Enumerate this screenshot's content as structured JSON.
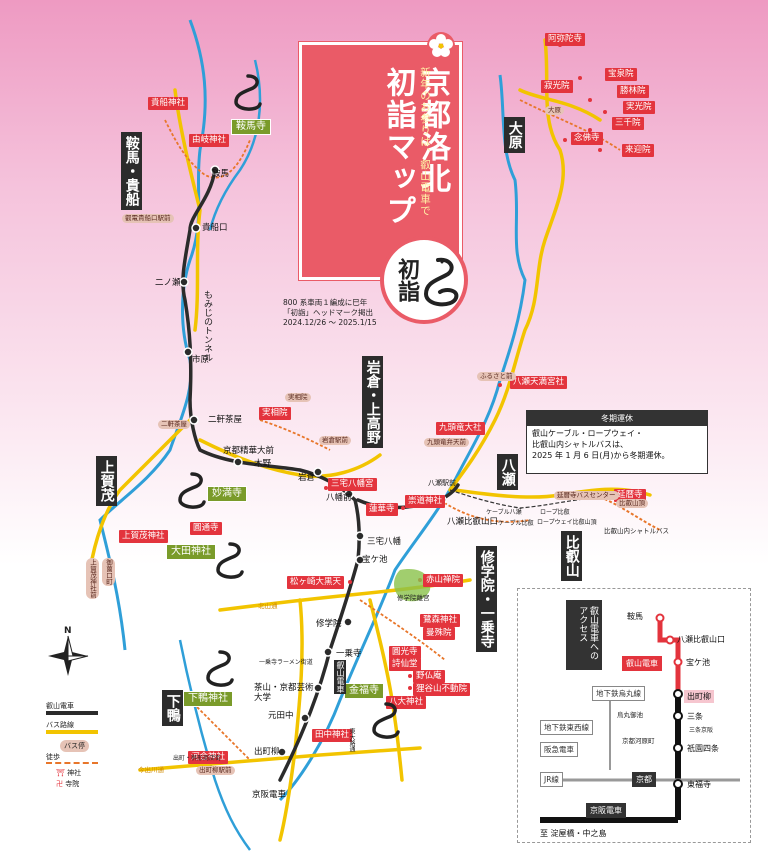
{
  "title": {
    "main_lines": [
      "京都洛北",
      "初詣マップ"
    ],
    "sub": "新年のお参りは、叡山電車で",
    "badge": "初詣"
  },
  "areas": [
    "鞍馬・貴船",
    "大原",
    "岩倉・上高野",
    "八瀬",
    "上賀茂",
    "比叡山",
    "修学院・一乗寺",
    "下鴨"
  ],
  "temples": [
    "貴船神社",
    "由岐神社",
    "阿弥陀寺",
    "寂光院",
    "宝泉院",
    "勝林院",
    "実光院",
    "三千院",
    "念佛寺",
    "来迎院",
    "八瀬天満宮社",
    "九頭竜大社",
    "実相院",
    "三宅八幡宮",
    "崇道神社",
    "蓮華寺",
    "延暦寺",
    "上賀茂神社",
    "圓通寺",
    "赤山禅院",
    "松ヶ崎大黒天",
    "鷺森神社",
    "曼殊院",
    "圓光寺",
    "詩仙堂",
    "野仏庵",
    "狸谷山不動院",
    "八大神社",
    "田中神社",
    "河合神社",
    "鞍馬寺",
    "妙満寺",
    "大田神社",
    "金福寺",
    "下鴨神社"
  ],
  "busstops": [
    "叡電貴船口駅前",
    "実相院",
    "岩倉駅前",
    "二軒茶屋",
    "九頭竜弁天前",
    "延暦寺バスセンター",
    "比叡山頂",
    "出町柳駅前",
    "上賀茂神社前",
    "御薗口町",
    "ふるさと前",
    "大原"
  ],
  "stations": [
    "鞍馬",
    "貴船口",
    "二ノ瀬",
    "市原",
    "二軒茶屋",
    "京都精華大前",
    "木野",
    "岩倉",
    "八幡前",
    "三宅八幡",
    "宝ケ池",
    "八瀬比叡山口",
    "修学院",
    "一乗寺",
    "茶山・京都芸術大学",
    "元田中",
    "出町柳",
    "京阪電車",
    "八瀬駅前"
  ],
  "small_labels": [
    "もみじのトンネル",
    "修学院離宮",
    "北山通",
    "今出川通",
    "出町・桝形商店街",
    "ケーブル八瀬",
    "ケーブル比叡",
    "ロープ比叡",
    "ロープウェイ比叡山頂",
    "比叡山内シャトルバス",
    "一乗寺ラーメン街道",
    "東大路通",
    "叡山電車"
  ],
  "headmark": {
    "lines": [
      "800 系車両１編成に巳年",
      "「初詣」ヘッドマーク掲出",
      "2024.12/26 〜 2025.1/15"
    ]
  },
  "notice": {
    "heading": "冬期運休",
    "body_lines": [
      "叡山ケーブル・ロープウェイ・",
      "比叡山内シャトルバスは、",
      "2025 年 1 月 6 日(月)から冬期運休。"
    ]
  },
  "legend": {
    "north": "N",
    "items": [
      "叡山電車",
      "バス路線",
      "バス停",
      "徒歩",
      "神社",
      "寺院"
    ]
  },
  "inset": {
    "access_label": "叡山電車へのアクセス",
    "stations": [
      "鞍馬",
      "八瀬比叡山口",
      "宝ケ池",
      "出町柳",
      "三条",
      "祇園四条",
      "東福寺"
    ],
    "lines": [
      "叡山電車",
      "地下鉄烏丸線",
      "地下鉄東西線",
      "阪急電車",
      "JR線",
      "京阪電車"
    ],
    "small": [
      "烏丸御池",
      "三条京阪",
      "京都河原町",
      "京都"
    ],
    "footer": "至 淀屋橋・中之島"
  },
  "colors": {
    "eizan_red": "#e3343d",
    "route_yellow": "#f2c400",
    "river_blue": "#2f9fd8",
    "rail_dark": "#2b2b2b",
    "area_green": "#7a9b2a"
  }
}
